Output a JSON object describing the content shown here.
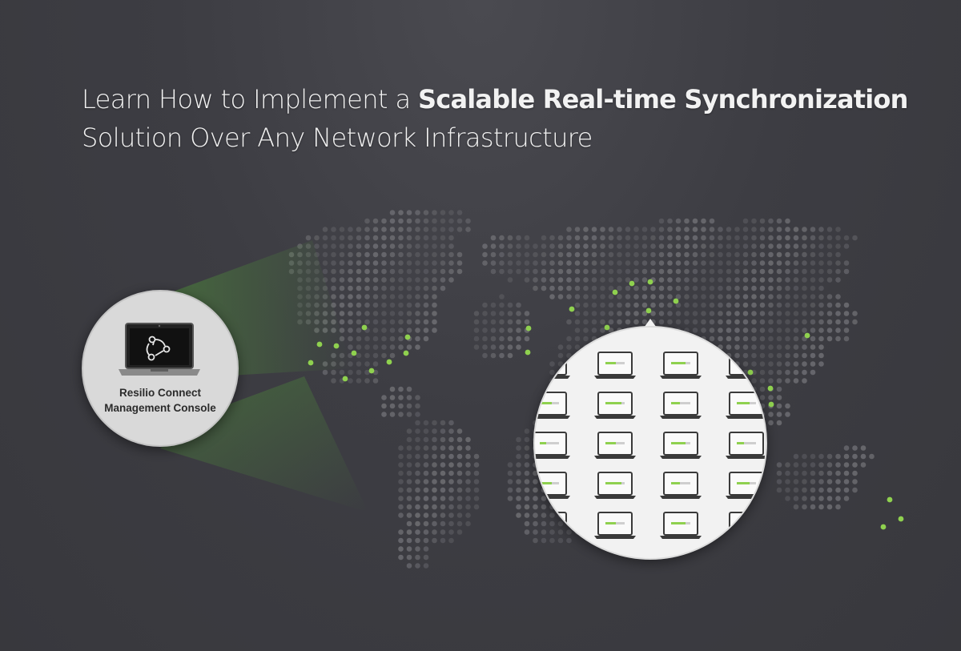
{
  "headline": {
    "line1_prefix": "Learn How to Implement a ",
    "line1_bold": "Scalable Real-time Synchronization",
    "line2": "Solution Over Any Network Infrastructure"
  },
  "console": {
    "label_line1": "Resilio Connect",
    "label_line2": "Management Console",
    "icon": "resilio-logo-icon"
  },
  "magnifier": {
    "icon": "laptop-icon",
    "rows": 5,
    "columns": 5
  },
  "colors": {
    "background": "#3d3d43",
    "map_dot": "#6b6b70",
    "node_highlight": "#8fd14f",
    "beam": "#4f8f3a",
    "circle_fill": "#d9d9d9",
    "magnifier_fill": "#f2f2f2"
  }
}
